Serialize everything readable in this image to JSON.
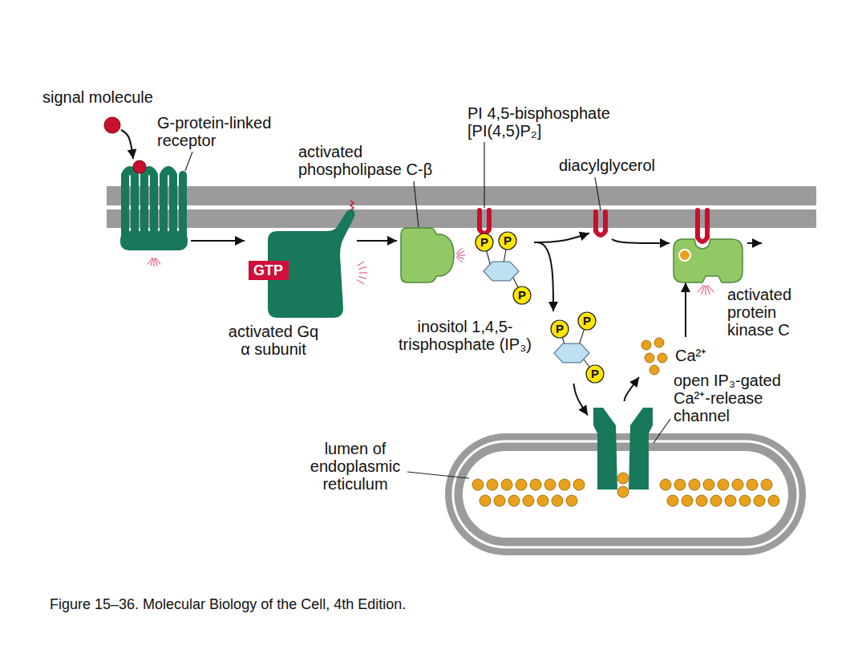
{
  "diagram": {
    "caption": "Figure 15–36. Molecular Biology of the Cell, 4th Edition.",
    "nodes": [
      {
        "text": [
          "signal molecule"
        ]
      },
      {
        "text": [
          "G-protein-linked receptor"
        ]
      },
      {
        "text": [
          "activated Gq α subunit"
        ]
      },
      {
        "text": [
          "GTP"
        ],
        "in": 2
      },
      {
        "text": [
          "activated phospholipase C-β"
        ]
      },
      {
        "text": [
          "PI 4,5-bisphosphate [PI(4,5)P₂]"
        ]
      },
      {
        "text": [
          "diacylglycerol"
        ]
      },
      {
        "text": [
          "activated protein kinase C"
        ]
      },
      {
        "text": [
          "inositol 1,4,5-trisphosphate (IP₃)"
        ]
      },
      {
        "text": [
          "open IP₃-gated Ca²⁺-release channel"
        ]
      },
      {
        "text": [
          "Ca²⁺"
        ]
      }
    ],
    "edges": [
      {
        "from": 0,
        "to": 1,
        "arrow": "to"
      },
      {
        "from": 1,
        "to": 2,
        "arrow": "to"
      },
      {
        "from": 2,
        "to": 4,
        "arrow": "to"
      },
      {
        "from": 5,
        "to": 6,
        "arrow": "to"
      },
      {
        "from": 5,
        "to": 8,
        "arrow": "to"
      },
      {
        "from": 6,
        "to": 7,
        "arrow": "to"
      },
      {
        "from": 8,
        "to": 9,
        "arrow": "to"
      },
      {
        "from": 9,
        "to": 10,
        "arrow": "to"
      },
      {
        "from": 10,
        "to": 7,
        "arrow": "to"
      }
    ],
    "labels": [
      "P",
      "P",
      "P",
      "P",
      "P",
      "P",
      "lumen of endoplasmic reticulum"
    ]
  }
}
